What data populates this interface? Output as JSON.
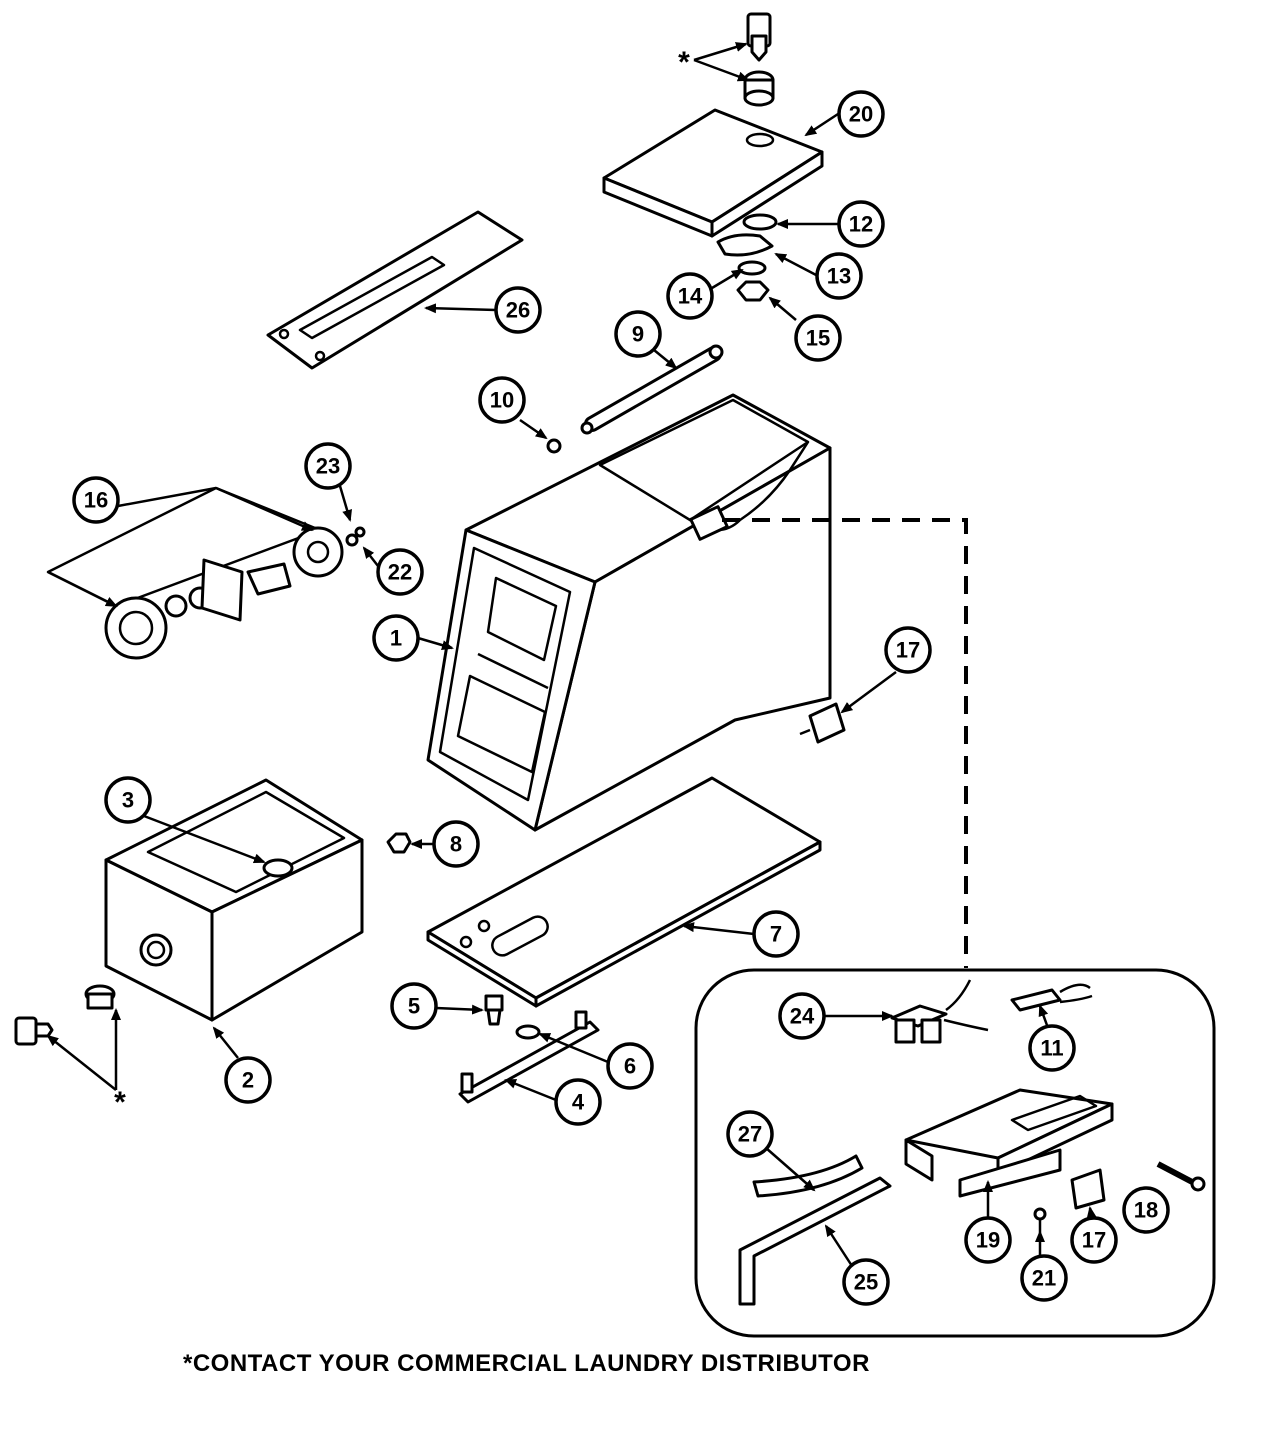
{
  "diagram": {
    "footnote": "*CONTACT YOUR COMMERCIAL LAUNDRY DISTRIBUTOR",
    "asterisk": "*",
    "callouts": [
      {
        "id": "c1",
        "label": "1"
      },
      {
        "id": "c2",
        "label": "2"
      },
      {
        "id": "c3",
        "label": "3"
      },
      {
        "id": "c4",
        "label": "4"
      },
      {
        "id": "c5",
        "label": "5"
      },
      {
        "id": "c6",
        "label": "6"
      },
      {
        "id": "c7",
        "label": "7"
      },
      {
        "id": "c8",
        "label": "8"
      },
      {
        "id": "c9",
        "label": "9"
      },
      {
        "id": "c10",
        "label": "10"
      },
      {
        "id": "c11",
        "label": "11"
      },
      {
        "id": "c12",
        "label": "12"
      },
      {
        "id": "c13",
        "label": "13"
      },
      {
        "id": "c14",
        "label": "14"
      },
      {
        "id": "c15",
        "label": "15"
      },
      {
        "id": "c16",
        "label": "16"
      },
      {
        "id": "c17a",
        "label": "17"
      },
      {
        "id": "c17b",
        "label": "17"
      },
      {
        "id": "c18",
        "label": "18"
      },
      {
        "id": "c19",
        "label": "19"
      },
      {
        "id": "c20",
        "label": "20"
      },
      {
        "id": "c21",
        "label": "21"
      },
      {
        "id": "c22",
        "label": "22"
      },
      {
        "id": "c23",
        "label": "23"
      },
      {
        "id": "c24",
        "label": "24"
      },
      {
        "id": "c25",
        "label": "25"
      },
      {
        "id": "c26",
        "label": "26"
      },
      {
        "id": "c27",
        "label": "27"
      }
    ]
  }
}
